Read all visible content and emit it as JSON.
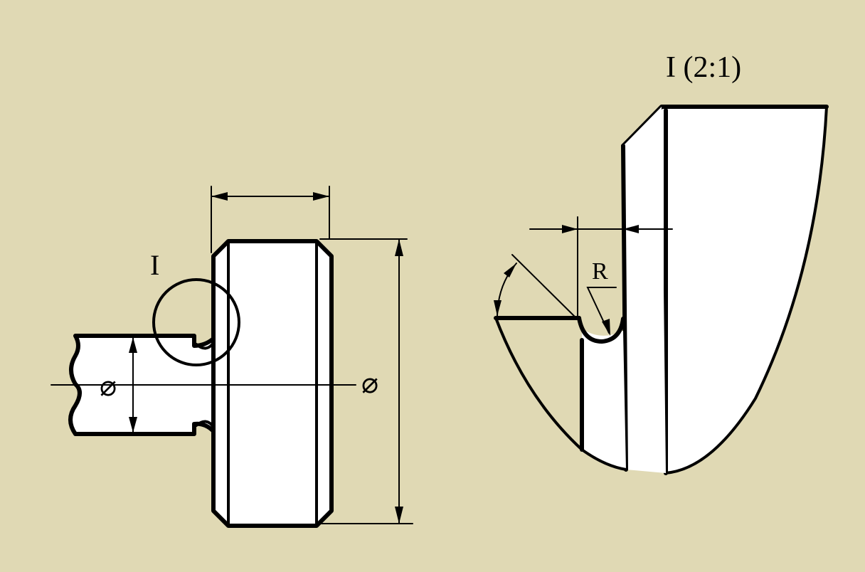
{
  "colors": {
    "background": "#e0d9b4",
    "part_fill": "#ffffff",
    "line": "#000000"
  },
  "labels": {
    "detail_mark": "I",
    "detail_title": "I  (2:1)",
    "radius_label": "R",
    "shaft_diameter_symbol": "⌀",
    "wheel_diameter_symbol": "⌀"
  }
}
